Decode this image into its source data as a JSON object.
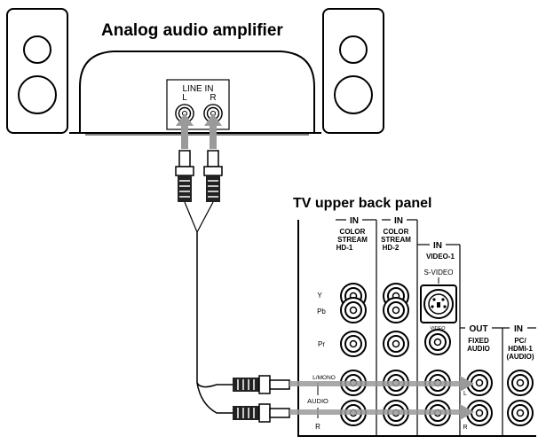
{
  "amplifier": {
    "title": "Analog audio amplifier",
    "line_in_label": "LINE IN",
    "left_label": "L",
    "right_label": "R"
  },
  "panel": {
    "title": "TV upper back panel",
    "col1_in": "IN",
    "col1_line1": "COLOR",
    "col1_line2": "STREAM",
    "col1_line3": "HD-1",
    "col2_in": "IN",
    "col2_line1": "COLOR",
    "col2_line2": "STREAM",
    "col2_line3": "HD-2",
    "col3_in": "IN",
    "col3_line1": "VIDEO-1",
    "svideo": "S-VIDEO",
    "video": "VIDEO",
    "y": "Y",
    "pb": "Pb",
    "pr": "Pr",
    "lmono": "L/MONO",
    "audio": "AUDIO",
    "r": "R",
    "out_label": "OUT",
    "fixed1": "FIXED",
    "fixed2": "AUDIO",
    "in4": "IN",
    "pc1": "PC/",
    "pc2": "HDMI-1",
    "pc3": "(AUDIO)",
    "out_l": "L",
    "out_r": "R"
  },
  "icons": [
    "speaker-left-icon",
    "speaker-right-icon",
    "rca-plug-icon",
    "rca-jack-icon",
    "svideo-jack-icon",
    "arrow-icon"
  ]
}
